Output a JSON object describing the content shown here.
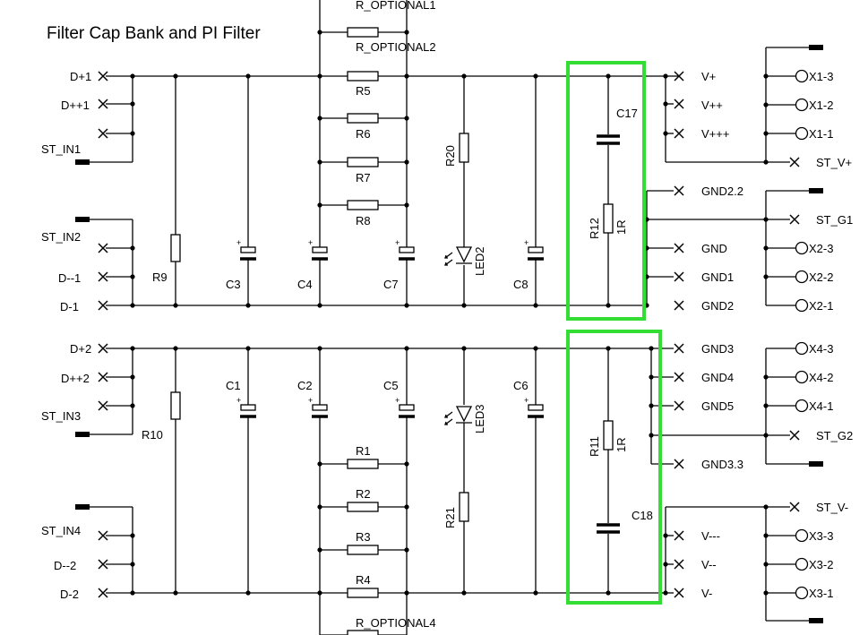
{
  "title": "Filter Cap Bank and PI Filter",
  "labels": {
    "D+1": "D+1",
    "D++1": "D++1",
    "ST_IN1": "ST_IN1",
    "ST_IN2": "ST_IN2",
    "D--1": "D--1",
    "D-1": "D-1",
    "D+2": "D+2",
    "D++2": "D++2",
    "ST_IN3": "ST_IN3",
    "ST_IN4": "ST_IN4",
    "D--2": "D--2",
    "D-2": "D-2",
    "R_OPTIONAL1": "R_OPTIONAL1",
    "R_OPTIONAL2": "R_OPTIONAL2",
    "R_OPTIONAL4": "R_OPTIONAL4",
    "R1": "R1",
    "R2": "R2",
    "R3": "R3",
    "R4": "R4",
    "R5": "R5",
    "R6": "R6",
    "R7": "R7",
    "R8": "R8",
    "R9": "R9",
    "R10": "R10",
    "R11": "R11",
    "R12": "R12",
    "R20": "R20",
    "R21": "R21",
    "1R_a": "1R",
    "1R_b": "1R",
    "C1": "C1",
    "C2": "C2",
    "C3": "C3",
    "C4": "C4",
    "C5": "C5",
    "C6": "C6",
    "C7": "C7",
    "C8": "C8",
    "C17": "C17",
    "C18": "C18",
    "LED2": "LED2",
    "LED3": "LED3",
    "V+": "V+",
    "V++": "V++",
    "V+++": "V+++",
    "ST_V+": "ST_V+",
    "GND2.2": "GND2.2",
    "ST_G1": "ST_G1",
    "GND": "GND",
    "GND1": "GND1",
    "GND2": "GND2",
    "GND3": "GND3",
    "GND4": "GND4",
    "GND5": "GND5",
    "ST_G2": "ST_G2",
    "GND3.3": "GND3.3",
    "ST_V-": "ST_V-",
    "V---": "V---",
    "V--": "V--",
    "V-": "V-",
    "X1-3": "X1-3",
    "X1-2": "X1-2",
    "X1-1": "X1-1",
    "X2-3": "X2-3",
    "X2-2": "X2-2",
    "X2-1": "X2-1",
    "X4-3": "X4-3",
    "X4-2": "X4-2",
    "X4-1": "X4-1",
    "X3-3": "X3-3",
    "X3-2": "X3-2",
    "X3-1": "X3-1",
    "plus": "+"
  },
  "colors": {
    "highlight": "#33dd33",
    "wire": "#000000"
  }
}
